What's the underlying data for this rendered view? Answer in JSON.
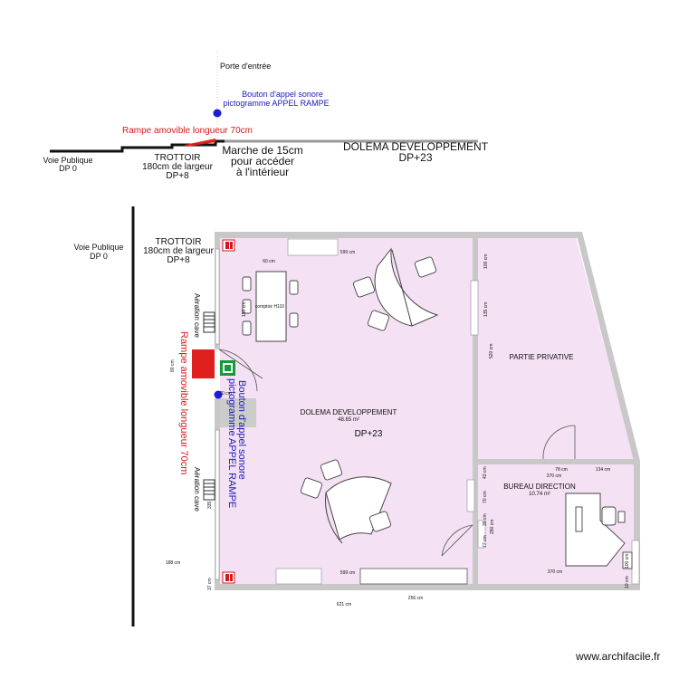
{
  "colors": {
    "wall": "#c8c8c8",
    "floor": "#f4e1f4",
    "red": "#e0201c",
    "blue": "#1c1cd8",
    "grey": "#9a9a9a"
  },
  "top": {
    "porte_entree": "Porte d'entrée",
    "bouton_line1": "Bouton d'appel sonore",
    "bouton_line2": "pictogramme APPEL RAMPE",
    "rampe": "Rampe amovible longueur 70cm",
    "voie_line1": "Voie Publique",
    "voie_line2": "DP 0",
    "trottoir_line1": "TROTTOIR",
    "trottoir_line2": "180cm de largeur",
    "trottoir_line3": "DP+8",
    "marche_line1": "Marche de 15cm",
    "marche_line2": "pour accéder",
    "marche_line3": "à l'intérieur",
    "dolema_line1": "DOLEMA DEVELOPPEMENT",
    "dolema_line2": "DP+23"
  },
  "plan": {
    "voie_line1": "Voie Publique",
    "voie_line2": "DP 0",
    "trottoir_line1": "TROTTOIR",
    "trottoir_line2": "180cm de largeur",
    "trottoir_line3": "DP+8",
    "aeration_top": "Aération cave",
    "aeration_bottom": "Aération cave",
    "rampe": "Rampe amovible longueur 70cm",
    "bouton_line1": "Bouton d'appel sonore",
    "bouton_line2": "pictogramme APPEL RAMPE",
    "room_main_name": "DOLEMA DEVELOPPEMENT",
    "room_main_area": "48.65 m²",
    "room_main_level": "DP+23",
    "room_private": "PARTIE PRIVATIVE",
    "room_office_name": "BUREAU DIRECTION",
    "room_office_area": "10.74 m²",
    "comptoir": "comptoir H110",
    "dims": {
      "d599_top": "599 cm",
      "d60": "60 cm",
      "d150": "150 cm",
      "d100": "100 cm",
      "d135": "135 cm",
      "d520": "520 cm",
      "d80": "80 cm",
      "d70_door": "70 cm",
      "d78": "78 cm",
      "d134": "134 cm",
      "d370_top": "370 cm",
      "d43": "43 cm",
      "d70_side": "70 cm",
      "d35": "35 cm",
      "d77": "77 cm",
      "d290": "290 cm",
      "d100_right": "100 cm",
      "d370_bottom": "370 cm",
      "d10": "10 cm",
      "d335": "335",
      "d188": "188 cm",
      "d37": "37 cm",
      "d599_bottom": "599 cm",
      "d621": "621 cm",
      "d256": "256 cm"
    }
  },
  "footer": {
    "site": "www.archifacile.fr"
  }
}
